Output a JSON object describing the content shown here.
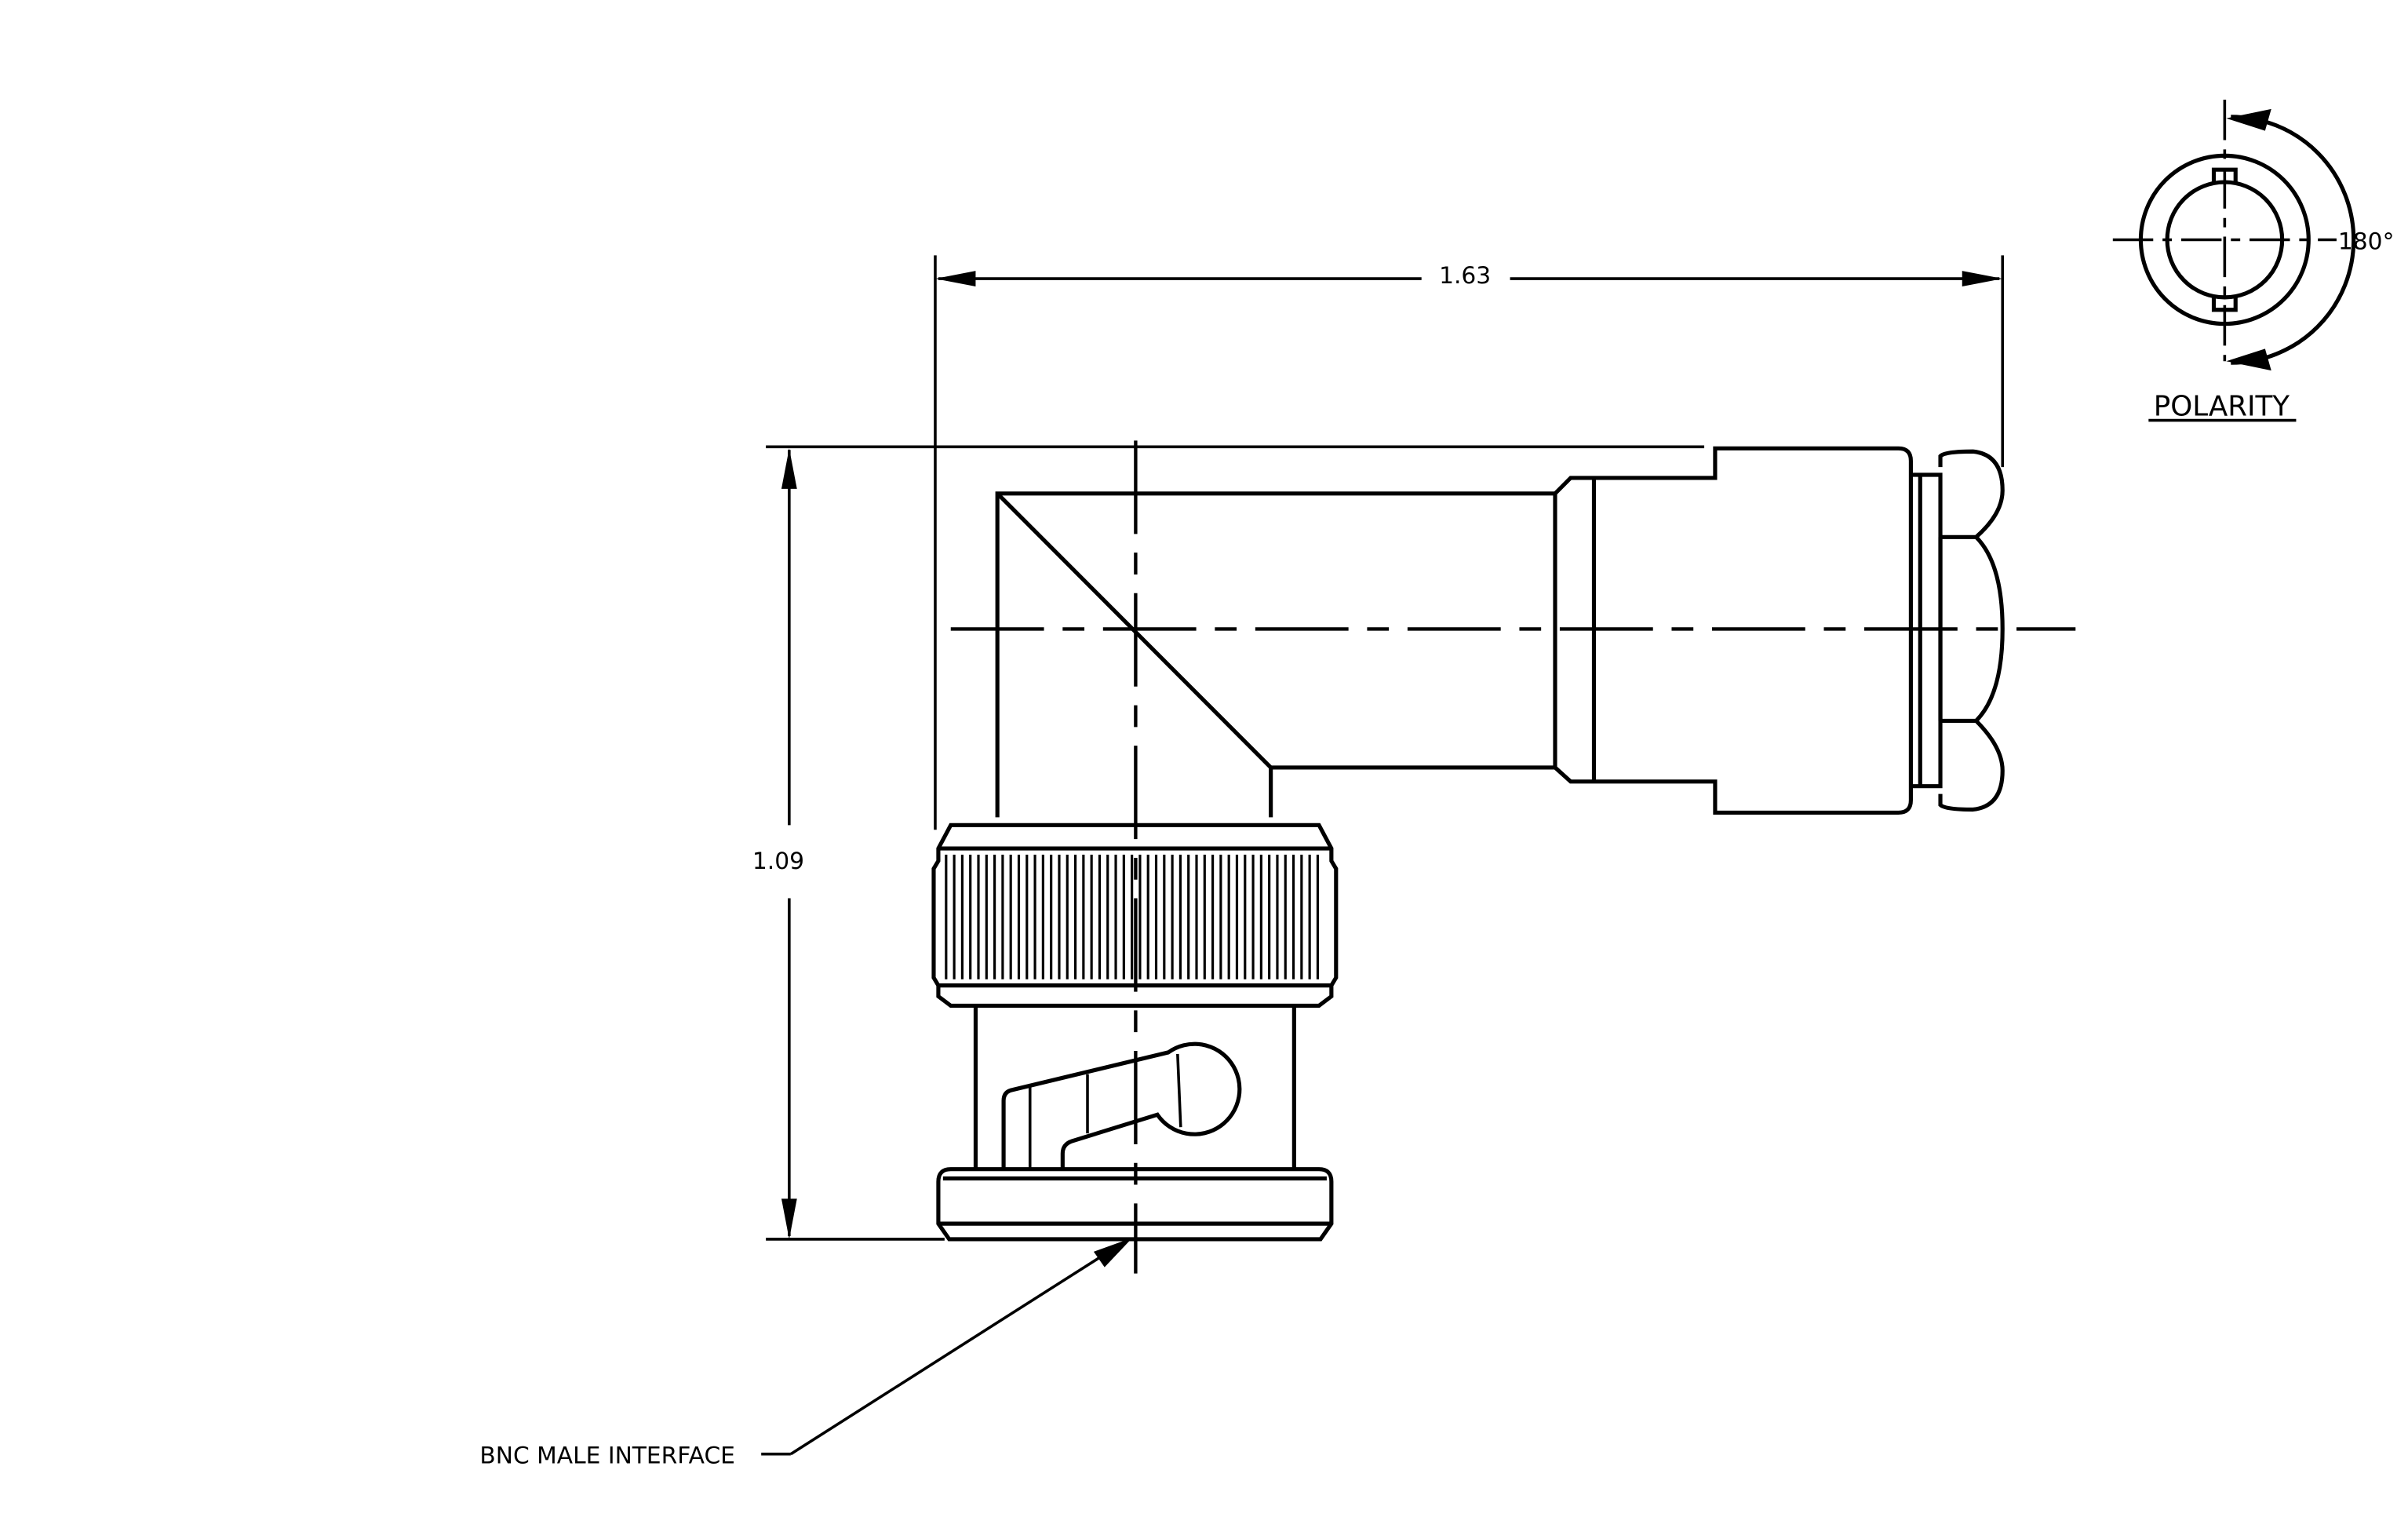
{
  "dimensions": {
    "length": "1.63",
    "height": "1.09",
    "rotation": "180°"
  },
  "labels": {
    "polarity": "POLARITY",
    "interface": "BNC MALE INTERFACE"
  }
}
